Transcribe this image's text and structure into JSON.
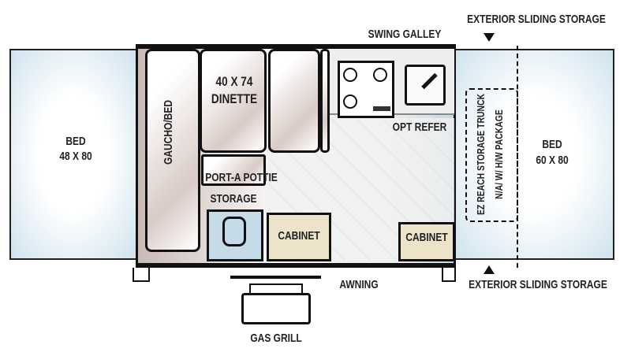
{
  "labels": {
    "bed_left": "BED",
    "bed_left_size": "48 X 80",
    "bed_right": "BED",
    "bed_right_size": "60 X 80",
    "gaucho": "GAUCHO/BED",
    "dinette_size": "40 X 74",
    "dinette": "DINETTE",
    "pottie": "PORT-A POTTIE",
    "storage": "STORAGE",
    "cabinet_1": "CABINET",
    "cabinet_2": "CABINET",
    "opt_refer": "OPT REFER",
    "swing_galley": "SWING GALLEY",
    "ext_storage_top": "EXTERIOR SLIDING STORAGE",
    "ext_storage_bottom": "EXTERIOR SLIDING STORAGE",
    "ez_reach_1": "EZ REACH STORAGE TRUNCK",
    "ez_reach_2": "N/A/ W/ H/W PACKAGE",
    "awning": "AWNING",
    "gas_grill": "GAS GRILL"
  },
  "colors": {
    "bed": "#cfe3ee",
    "cabinet": "#ece3c8",
    "outline": "#111111"
  }
}
